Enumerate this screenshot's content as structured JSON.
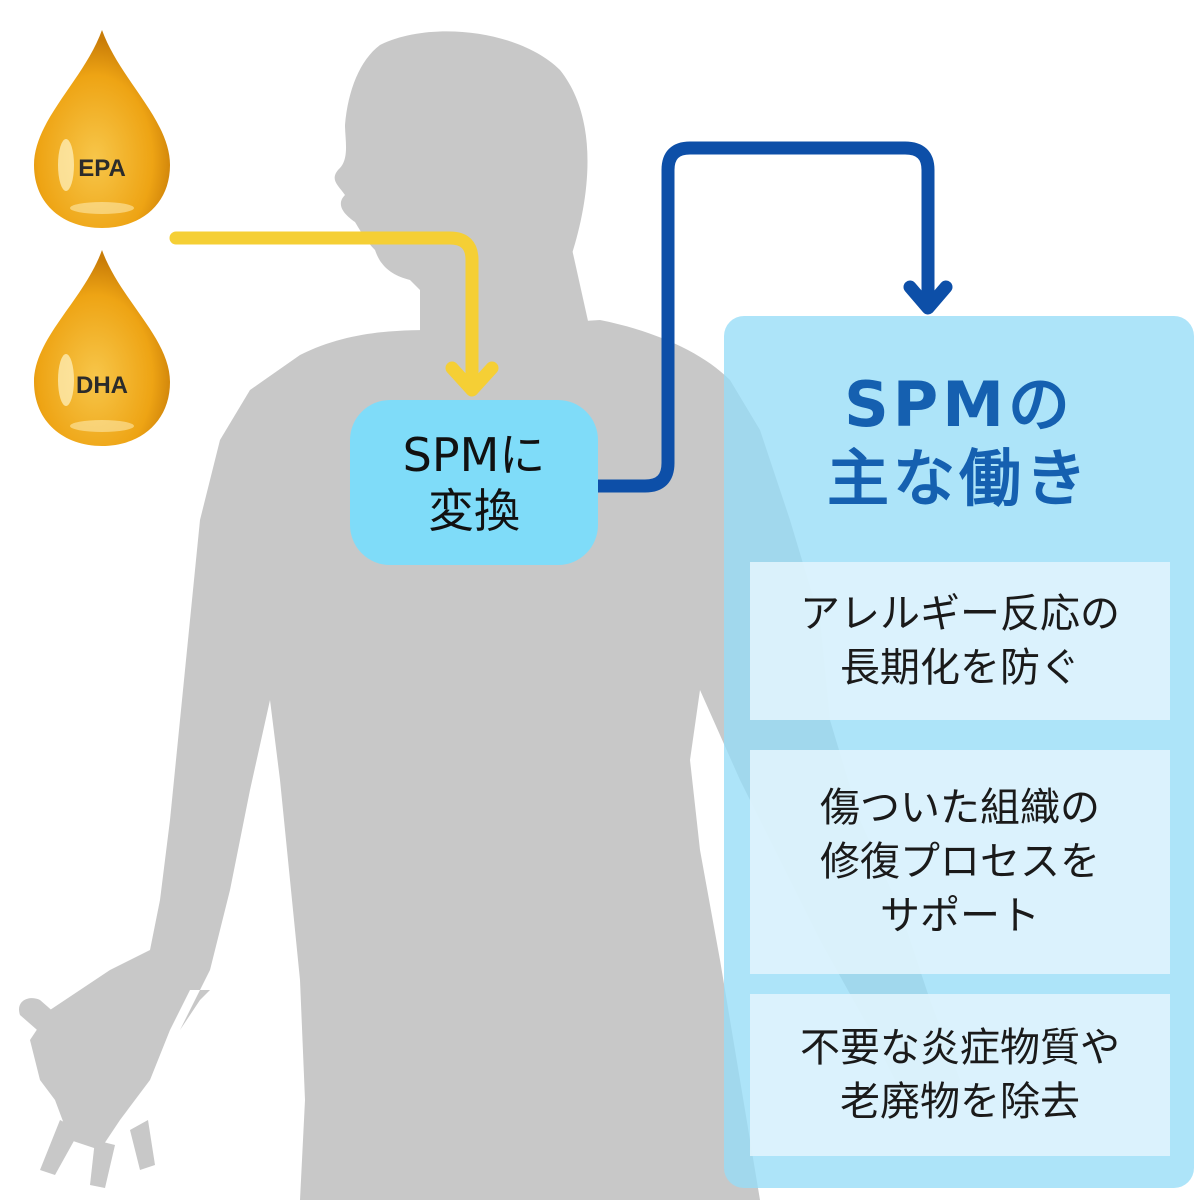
{
  "drops": [
    {
      "label": "EPA"
    },
    {
      "label": "DHA"
    }
  ],
  "conversion": {
    "lines": [
      "SPMに",
      "変換"
    ]
  },
  "panel": {
    "title_lines": [
      "SPMの",
      "主な働き"
    ],
    "cards": [
      {
        "lines": [
          "アレルギー反応の",
          "長期化を防ぐ"
        ]
      },
      {
        "lines": [
          "傷ついた組織の",
          "修復プロセスを",
          "サポート"
        ]
      },
      {
        "lines": [
          "不要な炎症物質や",
          "老廃物を除去"
        ]
      }
    ]
  },
  "colors": {
    "oil_drop": "#f0a818",
    "yellow_arrow": "#f5cf35",
    "blue_arrow": "#0d4fa8",
    "silhouette": "#c8c8c8",
    "convert_box": "#7fdcf9",
    "panel": "#96ddf7",
    "title_text": "#1560b0"
  }
}
